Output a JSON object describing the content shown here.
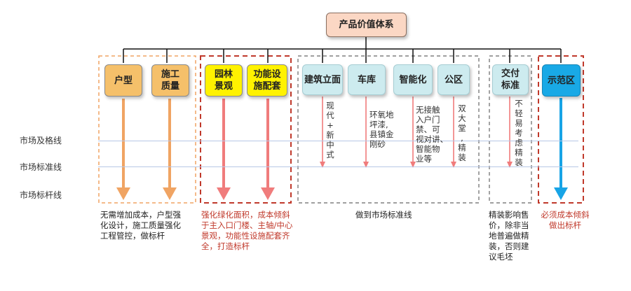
{
  "root": "产品价值体系",
  "levels": [
    "市场及格线",
    "市场标准线",
    "市场标杆线"
  ],
  "nodes": [
    {
      "id": "huxing",
      "label": "户型",
      "style": "orange"
    },
    {
      "id": "shigong",
      "label": "施工\n质量",
      "style": "orange"
    },
    {
      "id": "yuanlin",
      "label": "园林\n景观",
      "style": "yellow"
    },
    {
      "id": "gongneng",
      "label": "功能设\n施配套",
      "style": "yellow"
    },
    {
      "id": "jianzhu",
      "label": "建筑立面",
      "style": "blue"
    },
    {
      "id": "cheku",
      "label": "车库",
      "style": "blue"
    },
    {
      "id": "zhineng",
      "label": "智能化",
      "style": "blue"
    },
    {
      "id": "gongqu",
      "label": "公区",
      "style": "blue"
    },
    {
      "id": "jiaofu",
      "label": "交付\n标准",
      "style": "blue"
    },
    {
      "id": "shifan",
      "label": "示范区",
      "style": "cyan"
    }
  ],
  "notes": {
    "jianzhu": "现\n代\n+\n新\n中\n式",
    "cheku": "环氧地\n坪漆,\n县镇金\n刚砂",
    "zhineng": "无接触\n入户门\n禁、可\n视对讲、\n智能物\n业等",
    "gongqu": "双\n大\n堂\n,\n精\n装",
    "jiaofu": "不\n轻\n易\n考\n虑\n精\n装"
  },
  "captions": {
    "orange_group": "无需增加成本，户型强\n化设计，施工质量强化\n工程管控，做标杆",
    "red_group": "强化绿化面积，成本倾斜\n于主入口门楼、主轴/中心\n景观，功能性设施配套齐\n全，打造标杆",
    "blue_group": "做到市场标准线",
    "jiaofu": "精装影响售\n价，除非当\n地普遍做精\n装，否则建\n议毛坯",
    "shifan": "必须成本倾斜\n做出标杆"
  },
  "colors": {
    "orange_arrow": "#f0a463",
    "red_arrow": "#f07c7c",
    "blue_arrow": "#17a4e6",
    "red_dash": "#c0392b",
    "orange_dash": "#f0a463",
    "gray_dash": "#666666"
  }
}
